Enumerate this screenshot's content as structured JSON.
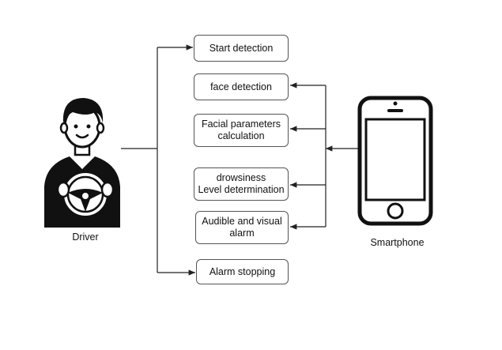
{
  "diagram": {
    "driver_label": "Driver",
    "smartphone_label": "Smartphone",
    "steps": [
      "Start detection",
      "face detection",
      "Facial parameters\ncalculation",
      "drowsiness\nLevel determination",
      "Audible and visual\nalarm",
      "Alarm stopping"
    ]
  },
  "colors": {
    "line": "#222222",
    "box_border": "#555555",
    "icon": "#111111"
  },
  "icons": [
    "driver-icon",
    "smartphone-icon"
  ]
}
